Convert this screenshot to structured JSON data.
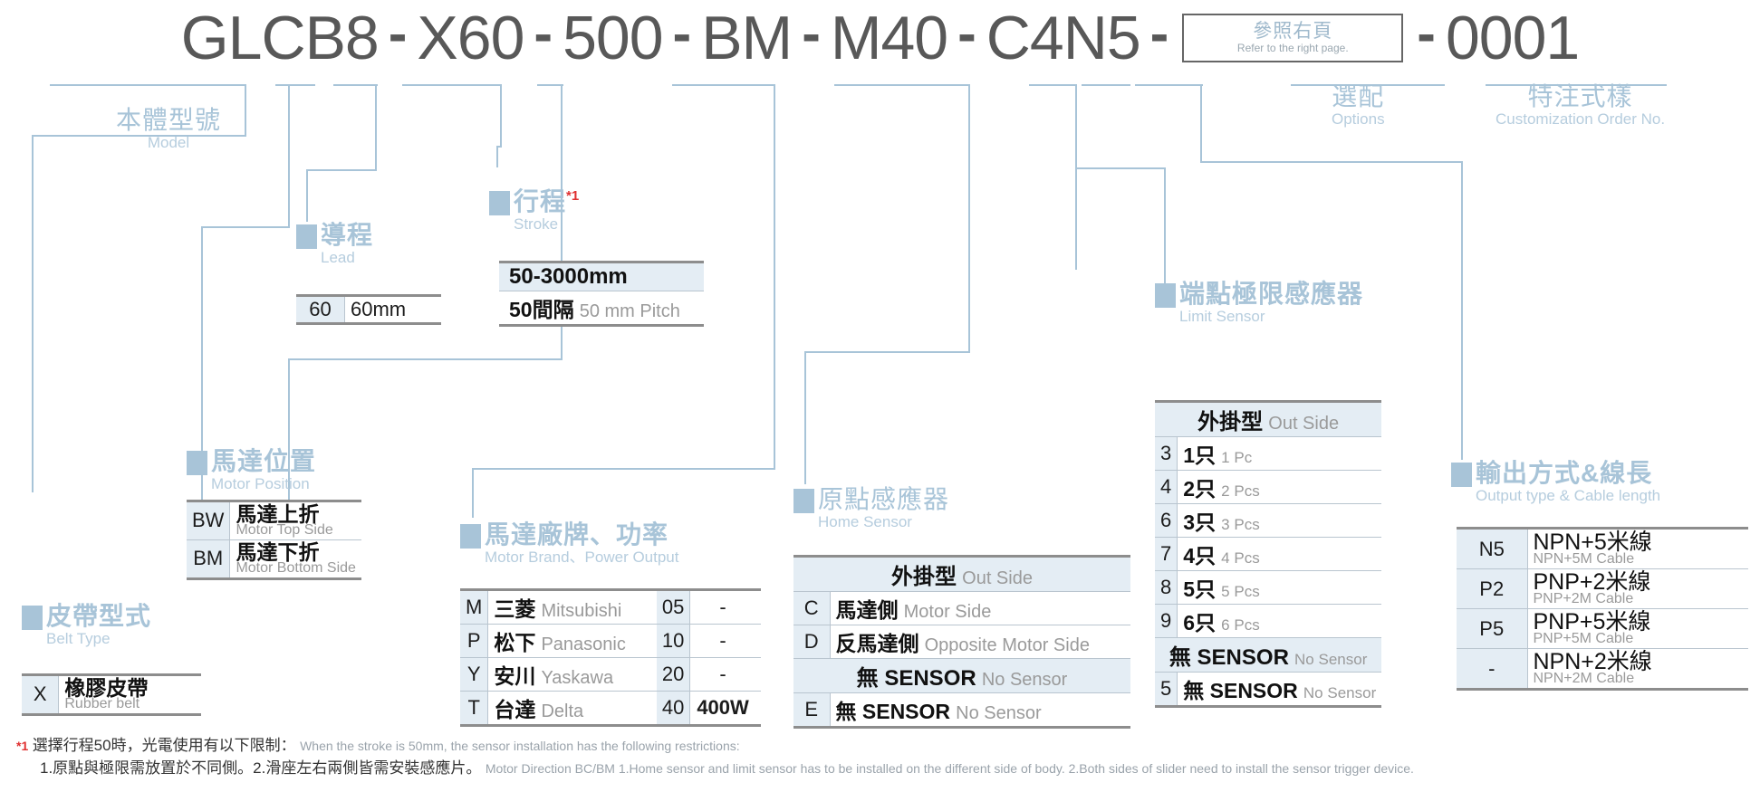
{
  "model_code": {
    "segments": [
      "GLCB8",
      "X60",
      "500",
      "BM",
      "M40",
      "C4N5"
    ],
    "options_box": {
      "cn": "參照右頁",
      "en": "Refer to the right page."
    },
    "order_no": "0001",
    "separator": "-"
  },
  "groups": {
    "model": {
      "cn": "本體型號",
      "en": "Model"
    },
    "lead": {
      "cn": "導程",
      "en": "Lead"
    },
    "stroke": {
      "cn": "行程",
      "en": "Stroke",
      "sup": "*1"
    },
    "options": {
      "cn": "選配",
      "en": "Options"
    },
    "customization": {
      "cn": "特注式樣",
      "en": "Customization Order No."
    },
    "belt_type": {
      "cn": "皮帶型式",
      "en": "Belt Type"
    },
    "motor_pos": {
      "cn": "馬達位置",
      "en": "Motor Position"
    },
    "motor_brand": {
      "cn": "馬達廠牌、功率",
      "en": "Motor Brand、Power Output"
    },
    "home_sensor": {
      "cn": "原點感應器",
      "en": "Home Sensor"
    },
    "limit_sensor": {
      "cn": "端點極限感應器",
      "en": "Limit Sensor"
    },
    "output_type": {
      "cn": "輸出方式&線長",
      "en": "Output type & Cable length"
    }
  },
  "tables": {
    "lead": [
      {
        "key": "60",
        "cn": "60mm",
        "en": ""
      }
    ],
    "stroke": {
      "header": "50-3000mm",
      "rows": [
        {
          "cn": "50間隔",
          "en": "50 mm Pitch"
        }
      ]
    },
    "belt_type": [
      {
        "key": "X",
        "cn": "橡膠皮帶",
        "en": "Rubber belt"
      }
    ],
    "motor_position": [
      {
        "key": "BW",
        "cn": "馬達上折",
        "en": "Motor Top Side"
      },
      {
        "key": "BM",
        "cn": "馬達下折",
        "en": "Motor Bottom Side"
      }
    ],
    "motor_brand": [
      {
        "key": "M",
        "cn": "三菱",
        "en": "Mitsubishi",
        "pw": "05",
        "pwv": "-"
      },
      {
        "key": "P",
        "cn": "松下",
        "en": "Panasonic",
        "pw": "10",
        "pwv": "-"
      },
      {
        "key": "Y",
        "cn": "安川",
        "en": "Yaskawa",
        "pw": "20",
        "pwv": "-"
      },
      {
        "key": "T",
        "cn": "台達",
        "en": "Delta",
        "pw": "40",
        "pwv": "400W"
      }
    ],
    "home_sensor": {
      "band1": {
        "cn": "外掛型",
        "en": "Out Side"
      },
      "rows1": [
        {
          "key": "C",
          "cn": "馬達側",
          "en": "Motor Side"
        },
        {
          "key": "D",
          "cn": "反馬達側",
          "en": "Opposite Motor Side"
        }
      ],
      "band2": {
        "cn": "無 SENSOR",
        "en": "No Sensor"
      },
      "rows2": [
        {
          "key": "E",
          "cn": "無 SENSOR",
          "en": "No Sensor"
        }
      ]
    },
    "limit_sensor": {
      "band1": {
        "cn": "外掛型",
        "en": "Out Side"
      },
      "rows1": [
        {
          "key": "3",
          "cn": "1只",
          "en": "1 Pc"
        },
        {
          "key": "4",
          "cn": "2只",
          "en": "2 Pcs"
        },
        {
          "key": "6",
          "cn": "3只",
          "en": "3 Pcs"
        },
        {
          "key": "7",
          "cn": "4只",
          "en": "4 Pcs"
        },
        {
          "key": "8",
          "cn": "5只",
          "en": "5 Pcs"
        },
        {
          "key": "9",
          "cn": "6只",
          "en": "6 Pcs"
        }
      ],
      "band2": {
        "cn": "無 SENSOR",
        "en": "No Sensor"
      },
      "rows2": [
        {
          "key": "5",
          "cn": "無 SENSOR",
          "en": "No Sensor"
        }
      ]
    },
    "output_type": [
      {
        "key": "N5",
        "cn": "NPN+5米線",
        "en": "NPN+5M Cable"
      },
      {
        "key": "P2",
        "cn": "PNP+2米線",
        "en": "PNP+2M Cable"
      },
      {
        "key": "P5",
        "cn": "PNP+5米線",
        "en": "PNP+5M Cable"
      },
      {
        "key": "-",
        "cn": "NPN+2米線",
        "en": "NPN+2M Cable"
      }
    ]
  },
  "footnote": {
    "star": "*1",
    "line1_cn": "選擇行程50時，光電使用有以下限制：",
    "line1_en": "When the stroke is 50mm, the sensor installation has  the following restrictions:",
    "line2_cn": "1.原點與極限需放置於不同側。2.滑座左右兩側皆需安裝感應片。",
    "line2_en": "Motor Direction BC/BM 1.Home sensor and limit sensor has to be installed on the different side of body.  2.Both sides of slider need to install the sensor trigger device."
  },
  "colors": {
    "accent_blue": "#a8c4d8",
    "label_blue": "#b6cdde",
    "code_gray": "#585858",
    "table_key_bg": "#e4edf4",
    "note_red": "#e03030"
  }
}
